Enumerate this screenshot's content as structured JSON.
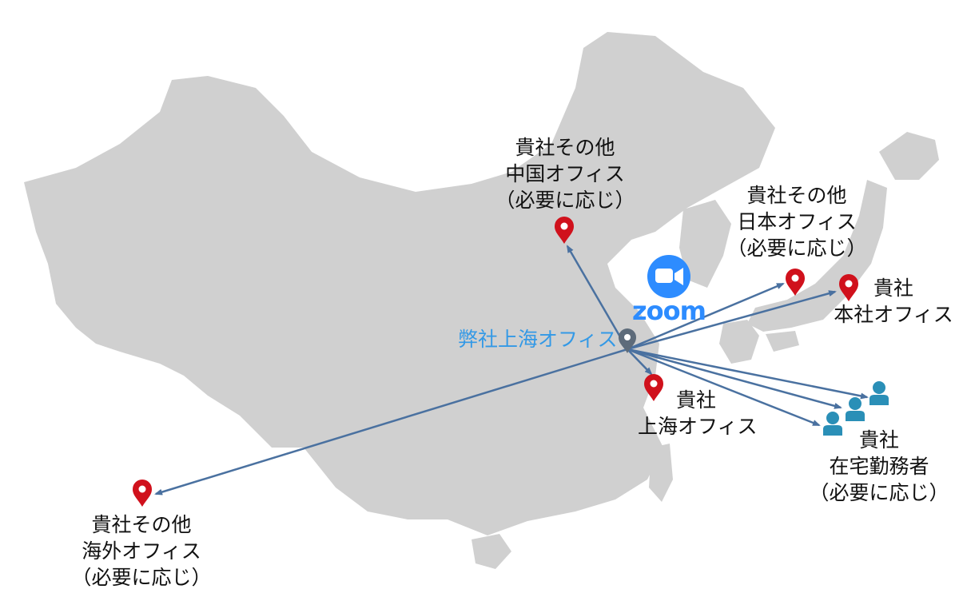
{
  "colors": {
    "land": "#d0d0d0",
    "arrow": "#4a71a0",
    "pin_red": "#d0111c",
    "pin_hub": "#5d6b7a",
    "person": "#2a8fb7",
    "zoom_blue": "#2d8cff",
    "hub_text": "#3399e6"
  },
  "hub": {
    "label": "弊社上海オフィス",
    "icon": "map-pin-icon"
  },
  "zoom": {
    "word": "zoom",
    "icon": "video-camera-icon"
  },
  "destinations": {
    "china_other": {
      "lines": [
        "貴社その他",
        "中国オフィス",
        "（必要に応じ）"
      ],
      "icon": "map-pin-icon"
    },
    "japan_other": {
      "lines": [
        "貴社その他",
        "日本オフィス",
        "（必要に応じ）"
      ],
      "icon": "map-pin-icon"
    },
    "headquarters": {
      "lines": [
        "貴社",
        "本社オフィス"
      ],
      "icon": "map-pin-icon"
    },
    "shanghai": {
      "lines": [
        "貴社",
        "上海オフィス"
      ],
      "icon": "map-pin-icon"
    },
    "remote_workers": {
      "lines": [
        "貴社",
        "在宅勤務者",
        "（必要に応じ）"
      ],
      "icon": "person-icon"
    },
    "overseas_other": {
      "lines": [
        "貴社その他",
        "海外オフィス",
        "（必要に応じ）"
      ],
      "icon": "map-pin-icon"
    }
  }
}
